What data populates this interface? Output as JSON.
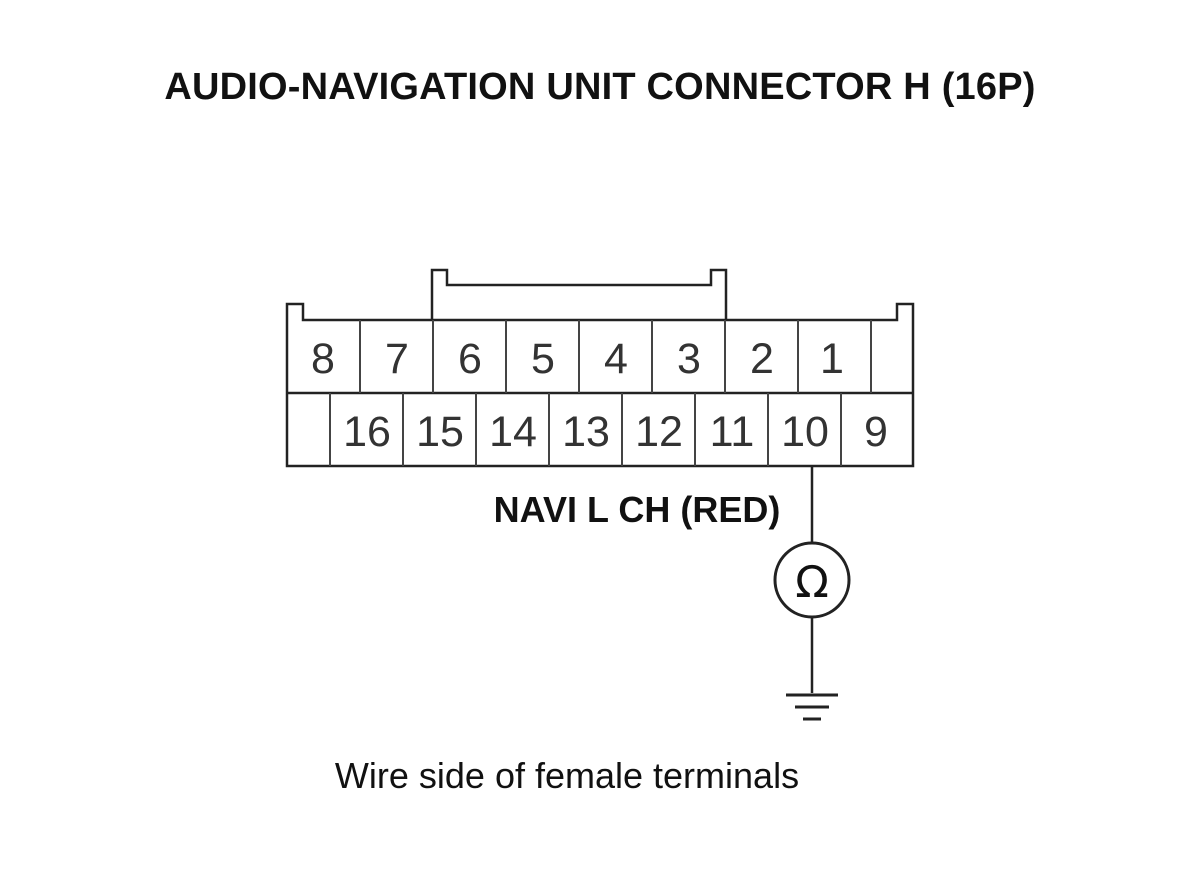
{
  "title": "AUDIO-NAVIGATION UNIT CONNECTOR H (16P)",
  "connector": {
    "top_row_pins": [
      "8",
      "7",
      "6",
      "5",
      "4",
      "3",
      "2",
      "1",
      ""
    ],
    "bottom_row_pins": [
      "",
      "16",
      "15",
      "14",
      "13",
      "12",
      "11",
      "10",
      "9"
    ]
  },
  "wire_label": "NAVI L CH (RED)",
  "meter_symbol": "Ω",
  "caption": "Wire side of female terminals",
  "icons": [
    "ohmmeter-icon",
    "ground-icon"
  ]
}
